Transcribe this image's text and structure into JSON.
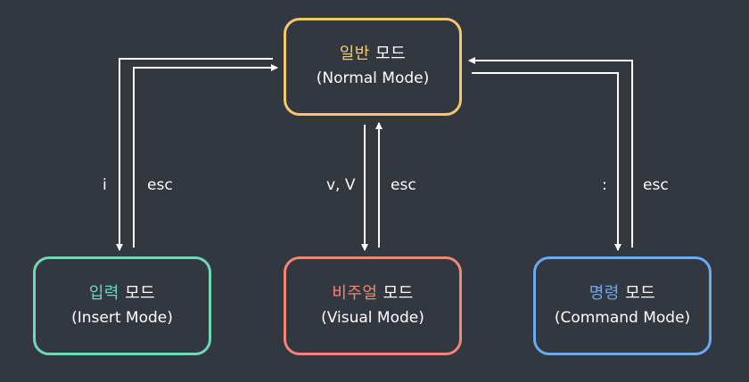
{
  "nodes": {
    "normal": {
      "accent_word": "일반",
      "rest_word": "모드",
      "subtitle": "(Normal Mode)",
      "accent_color": "#f3c96d"
    },
    "insert": {
      "accent_word": "입력",
      "rest_word": "모드",
      "subtitle": "(Insert Mode)",
      "accent_color": "#6fd8b5"
    },
    "visual": {
      "accent_word": "비주얼",
      "rest_word": "모드",
      "subtitle": "(Visual Mode)",
      "accent_color": "#f28677"
    },
    "command": {
      "accent_word": "명령",
      "rest_word": "모드",
      "subtitle": "(Command Mode)",
      "accent_color": "#6aaaf3"
    }
  },
  "edges": {
    "to_insert": "i",
    "from_insert": "esc",
    "to_visual": "v, V",
    "from_visual": "esc",
    "to_command": ":",
    "from_command": "esc"
  },
  "colors": {
    "background": "#33373f",
    "text": "#ffffff",
    "arrow": "#ffffff"
  }
}
